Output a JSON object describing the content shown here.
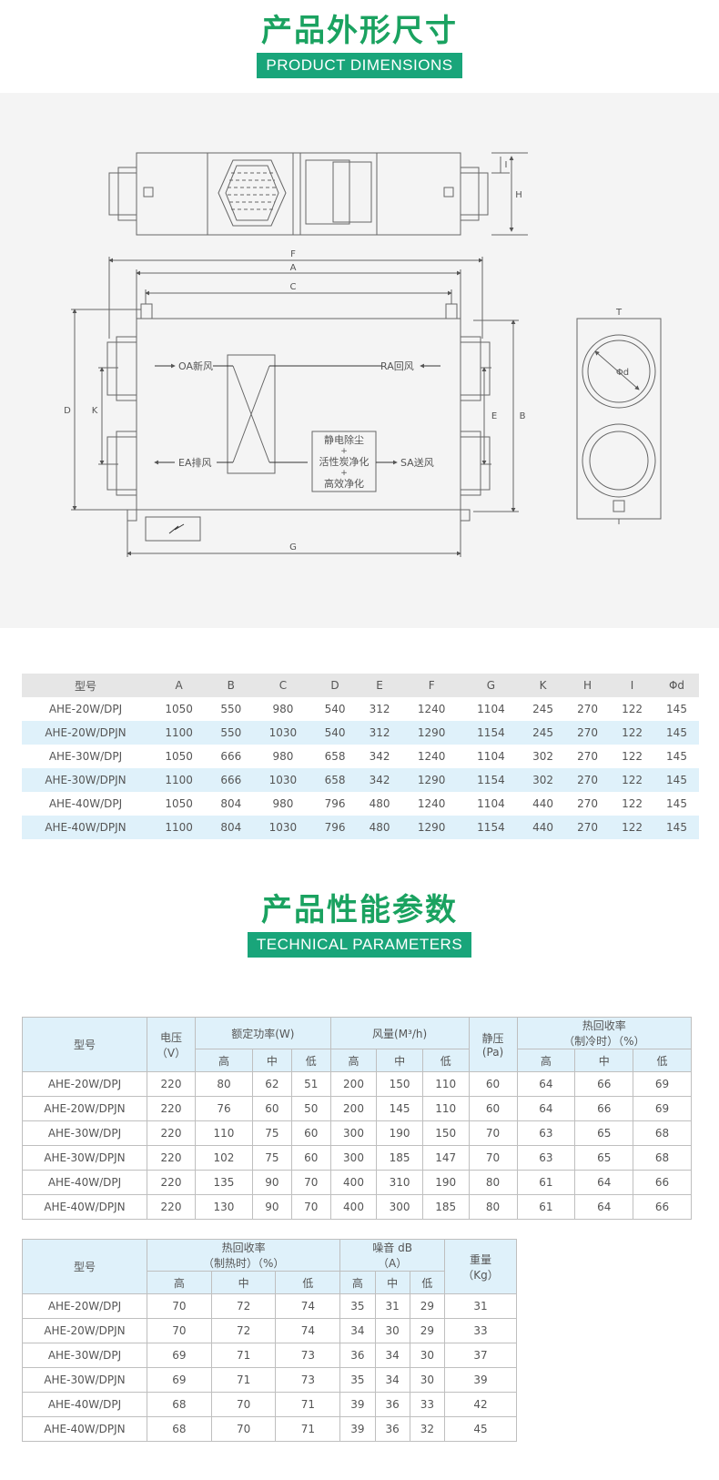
{
  "section1": {
    "title_cn": "产品外形尺寸",
    "title_en": "PRODUCT DIMENSIONS"
  },
  "diagram": {
    "labels": {
      "F": "F",
      "A": "A",
      "C": "C",
      "D": "D",
      "K": "K",
      "G": "G",
      "E": "E",
      "B": "B",
      "H": "H",
      "I": "I",
      "T": "T",
      "phi": "Φd"
    },
    "oa": "OA新风",
    "ra": "RA回风",
    "ea": "EA排风",
    "sa": "SA送风",
    "filter": [
      "静电除尘",
      "+",
      "活性炭净化",
      "+",
      "高效净化"
    ]
  },
  "dimensions": {
    "headers": [
      "型号",
      "A",
      "B",
      "C",
      "D",
      "E",
      "F",
      "G",
      "K",
      "H",
      "I",
      "Φd"
    ],
    "rows": [
      [
        "AHE-20W/DPJ",
        "1050",
        "550",
        "980",
        "540",
        "312",
        "1240",
        "1104",
        "245",
        "270",
        "122",
        "145"
      ],
      [
        "AHE-20W/DPJN",
        "1100",
        "550",
        "1030",
        "540",
        "312",
        "1290",
        "1154",
        "245",
        "270",
        "122",
        "145"
      ],
      [
        "AHE-30W/DPJ",
        "1050",
        "666",
        "980",
        "658",
        "342",
        "1240",
        "1104",
        "302",
        "270",
        "122",
        "145"
      ],
      [
        "AHE-30W/DPJN",
        "1100",
        "666",
        "1030",
        "658",
        "342",
        "1290",
        "1154",
        "302",
        "270",
        "122",
        "145"
      ],
      [
        "AHE-40W/DPJ",
        "1050",
        "804",
        "980",
        "796",
        "480",
        "1240",
        "1104",
        "440",
        "270",
        "122",
        "145"
      ],
      [
        "AHE-40W/DPJN",
        "1100",
        "804",
        "1030",
        "796",
        "480",
        "1290",
        "1154",
        "440",
        "270",
        "122",
        "145"
      ]
    ]
  },
  "section2": {
    "title_cn": "产品性能参数",
    "title_en": "TECHNICAL PARAMETERS"
  },
  "tech1": {
    "h_model": "型号",
    "h_voltage": [
      "电压",
      "（V）"
    ],
    "h_power": "额定功率(W)",
    "h_air": "风量(M³/h)",
    "h_pressure": [
      "静压",
      "(Pa)"
    ],
    "h_heat": [
      "热回收率",
      "（制冷时）（%）"
    ],
    "sub": [
      "高",
      "中",
      "低",
      "高",
      "中",
      "低",
      "高",
      "中",
      "低"
    ],
    "rows": [
      [
        "AHE-20W/DPJ",
        "220",
        "80",
        "62",
        "51",
        "200",
        "150",
        "110",
        "60",
        "64",
        "66",
        "69"
      ],
      [
        "AHE-20W/DPJN",
        "220",
        "76",
        "60",
        "50",
        "200",
        "145",
        "110",
        "60",
        "64",
        "66",
        "69"
      ],
      [
        "AHE-30W/DPJ",
        "220",
        "110",
        "75",
        "60",
        "300",
        "190",
        "150",
        "70",
        "63",
        "65",
        "68"
      ],
      [
        "AHE-30W/DPJN",
        "220",
        "102",
        "75",
        "60",
        "300",
        "185",
        "147",
        "70",
        "63",
        "65",
        "68"
      ],
      [
        "AHE-40W/DPJ",
        "220",
        "135",
        "90",
        "70",
        "400",
        "310",
        "190",
        "80",
        "61",
        "64",
        "66"
      ],
      [
        "AHE-40W/DPJN",
        "220",
        "130",
        "90",
        "70",
        "400",
        "300",
        "185",
        "80",
        "61",
        "64",
        "66"
      ]
    ]
  },
  "tech2": {
    "h_model": "型号",
    "h_heat": [
      "热回收率",
      "（制热时）（%）"
    ],
    "h_noise": [
      "噪音 dB",
      "（A）"
    ],
    "h_weight": [
      "重量",
      "（Kg）"
    ],
    "sub": [
      "高",
      "中",
      "低",
      "高",
      "中",
      "低"
    ],
    "rows": [
      [
        "AHE-20W/DPJ",
        "70",
        "72",
        "74",
        "35",
        "31",
        "29",
        "31"
      ],
      [
        "AHE-20W/DPJN",
        "70",
        "72",
        "74",
        "34",
        "30",
        "29",
        "33"
      ],
      [
        "AHE-30W/DPJ",
        "69",
        "71",
        "73",
        "36",
        "34",
        "30",
        "37"
      ],
      [
        "AHE-30W/DPJN",
        "69",
        "71",
        "73",
        "35",
        "34",
        "30",
        "39"
      ],
      [
        "AHE-40W/DPJ",
        "68",
        "70",
        "71",
        "39",
        "36",
        "33",
        "42"
      ],
      [
        "AHE-40W/DPJN",
        "68",
        "70",
        "71",
        "39",
        "36",
        "32",
        "45"
      ]
    ]
  }
}
